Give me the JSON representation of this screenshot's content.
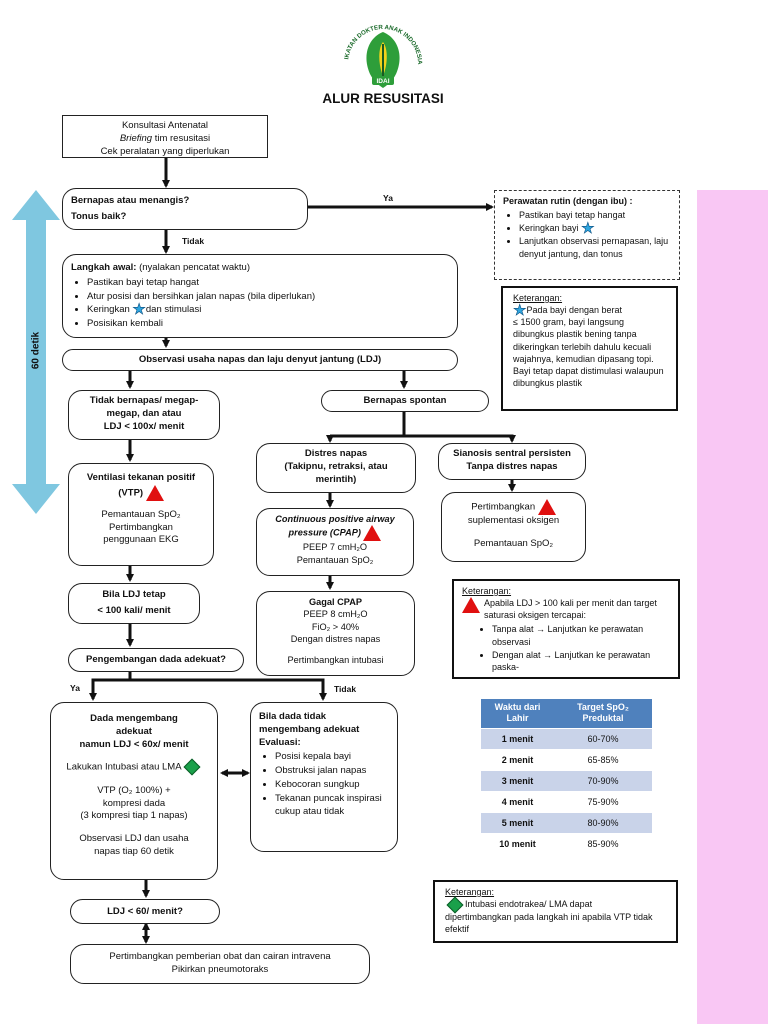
{
  "logo": {
    "ring_text": "IKATAN DOKTER ANAK INDONESIA",
    "abbr": "IDAI",
    "leaf_color": "#2e9e3a",
    "accent_color": "#f2d21b"
  },
  "title": "ALUR RESUSITASI",
  "side_label": "60 detik",
  "colors": {
    "arrow": "#7fc7e0",
    "pink_bar": "#f9c7f4",
    "triangle": "#e01010",
    "diamond": "#1aa04a",
    "star": "#2fa6df",
    "table_header": "#4f81bd"
  },
  "boxes": {
    "antenatal": {
      "line1": "Konsultasi Antenatal",
      "line2": "Briefing",
      "line2b": " tim resusitasi",
      "line3": "Cek peralatan yang diperlukan"
    },
    "bernapas": {
      "line1": "Bernapas atau menangis?",
      "line2": "Tonus baik?"
    },
    "rutin": {
      "title": "Perawatan rutin (dengan ibu) :",
      "items": [
        "Pastikan bayi tetap hangat",
        "Keringkan bayi",
        "Lanjutkan observasi pernapasan, laju denyut jantung, dan tonus"
      ]
    },
    "langkah": {
      "title": "Langkah awal:",
      "title_note": " (nyalakan pencatat waktu)",
      "items": [
        "Pastikan bayi tetap hangat",
        "Atur posisi dan bersihkan jalan napas (bila diperlukan)",
        "Keringkan",
        "dan stimulasi",
        "Posisikan kembali"
      ]
    },
    "observasi": {
      "text": "Observasi usaha napas dan laju denyut jantung (LDJ)"
    },
    "tidak_bernapas": {
      "line1": "Tidak bernapas/ megap-",
      "line2": "megap, dan atau",
      "line3": "LDJ < 100x/ menit"
    },
    "spontan": {
      "text": "Bernapas spontan"
    },
    "vtp": {
      "line1": "Ventilasi tekanan positif",
      "line2": "(VTP)",
      "line3": "Pemantauan SpO₂",
      "line4": "Pertimbangkan",
      "line5": "penggunaan EKG"
    },
    "distres": {
      "line1": "Distres napas",
      "line2": "(Takipnu, retraksi, atau",
      "line3": "merintih)"
    },
    "sianosis": {
      "line1": "Sianosis sentral persisten",
      "line2": "Tanpa distres napas"
    },
    "cpap": {
      "line1": "Continuous positive airway",
      "line2": "pressure",
      "line2b": " (CPAP)",
      "line3": "PEEP 7 cmH₂O",
      "line4": "Pemantauan SpO₂"
    },
    "suplementasi": {
      "line1": "Pertimbangkan",
      "line2": "suplementasi oksigen",
      "line3": "Pemantauan SpO₂"
    },
    "ldj_tetap": {
      "line1": "Bila LDJ tetap",
      "line2": "< 100 kali/ menit"
    },
    "gagal_cpap": {
      "line1": "Gagal CPAP",
      "line2": "PEEP 8 cmH₂O",
      "line3": "FiO₂ > 40%",
      "line4": "Dengan distres napas",
      "line5": "Pertimbangkan intubasi"
    },
    "pengembangan": {
      "text": "Pengembangan dada adekuat?"
    },
    "dada_mengembang": {
      "line1": "Dada mengembang",
      "line2": "adekuat",
      "line3": "namun LDJ < 60x/ menit",
      "line4": "Lakukan Intubasi atau LMA",
      "line5": "VTP (O₂ 100%) +",
      "line6": "kompresi dada",
      "line7": "(3 kompresi tiap 1 napas)",
      "line8": "Observasi LDJ dan usaha",
      "line9": "napas tiap 60 detik"
    },
    "tidak_mengembang": {
      "line1": "Bila dada tidak",
      "line2": "mengembang adekuat",
      "line3": "Evaluasi:",
      "items": [
        "Posisi kepala bayi",
        "Obstruksi jalan napas",
        "Kebocoran sungkup",
        "Tekanan puncak inspirasi cukup atau tidak"
      ]
    },
    "ldj60": {
      "text": "LDJ < 60/ menit?"
    },
    "obat": {
      "line1": "Pertimbangkan pemberian obat dan cairan intravena",
      "line2": "Pikirkan pneumotoraks"
    }
  },
  "keterangan1": {
    "title": "Keterangan:",
    "text1": "Pada bayi dengan berat",
    "text2": "≤ 1500 gram, bayi langsung dibungkus plastik bening tanpa dikeringkan terlebih dahulu kecuali wajahnya, kemudian dipasang topi. Bayi tetap dapat distimulasi walaupun dibungkus plastik"
  },
  "keterangan2": {
    "title": "Keterangan:",
    "line1": "Apabila LDJ > 100 kali per menit dan target saturasi oksigen tercapai:",
    "items": [
      "Tanpa alat → Lanjutkan ke perawatan observasi",
      "Dengan alat → Lanjutkan ke perawatan paska-"
    ]
  },
  "keterangan3": {
    "title": "Keterangan:",
    "line1": "Intubasi endotrakea/ LMA dapat",
    "line2": "dipertimbangkan pada langkah ini apabila VTP tidak efektif"
  },
  "labels": {
    "ya1": "Ya",
    "tidak1": "Tidak",
    "ya2": "Ya",
    "tidak2": "Tidak"
  },
  "table": {
    "headers": [
      "Waktu dari Lahir",
      "Target SpO₂ Preduktal"
    ],
    "rows": [
      [
        "1 menit",
        "60-70%"
      ],
      [
        "2 menit",
        "65-85%"
      ],
      [
        "3 menit",
        "70-90%"
      ],
      [
        "4 menit",
        "75-90%"
      ],
      [
        "5 menit",
        "80-90%"
      ],
      [
        "10 menit",
        "85-90%"
      ]
    ]
  }
}
